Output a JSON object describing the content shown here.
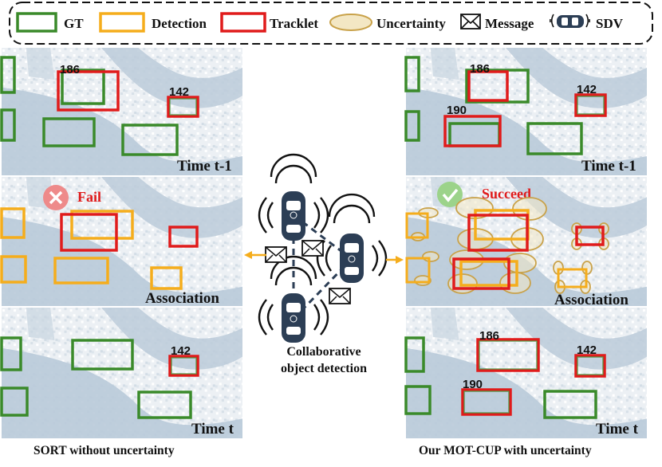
{
  "legend": {
    "gt_label": "GT",
    "detection_label": "Detection",
    "tracklet_label": "Tracklet",
    "uncertainty_label": "Uncertainty",
    "message_label": "Message",
    "sdv_label": "SDV"
  },
  "colors": {
    "gt": "#3a8a2a",
    "detection": "#f5ad1c",
    "tracklet": "#e01b1b",
    "uncertainty": "#c9a24a",
    "road": "#b7c8d8",
    "ground": "#e9eef3",
    "car_dark": "#2c3e55",
    "fail_badge": "#ee8a8a",
    "succeed_badge": "#9cd38a"
  },
  "icons": {
    "fail": "x-circle-icon",
    "succeed": "check-circle-icon",
    "message": "envelope-icon",
    "vehicle": "car-icon",
    "signal": "signal-wave-icon"
  },
  "left": {
    "top": {
      "time_label": "Time t-1",
      "ids": [
        "186",
        "142"
      ]
    },
    "middle": {
      "status": "Fail",
      "stage_label": "Association"
    },
    "bottom": {
      "time_label": "Time t",
      "ids": [
        "142"
      ]
    },
    "caption": "SORT without uncertainty"
  },
  "right": {
    "top": {
      "time_label": "Time t-1",
      "ids": [
        "186",
        "190",
        "142"
      ]
    },
    "middle": {
      "status": "Succeed",
      "stage_label": "Association"
    },
    "bottom": {
      "time_label": "Time t",
      "ids": [
        "186",
        "190",
        "142"
      ]
    },
    "caption": "Our MOT-CUP with uncertainty"
  },
  "center": {
    "line1": "Collaborative",
    "line2": "object detection"
  }
}
